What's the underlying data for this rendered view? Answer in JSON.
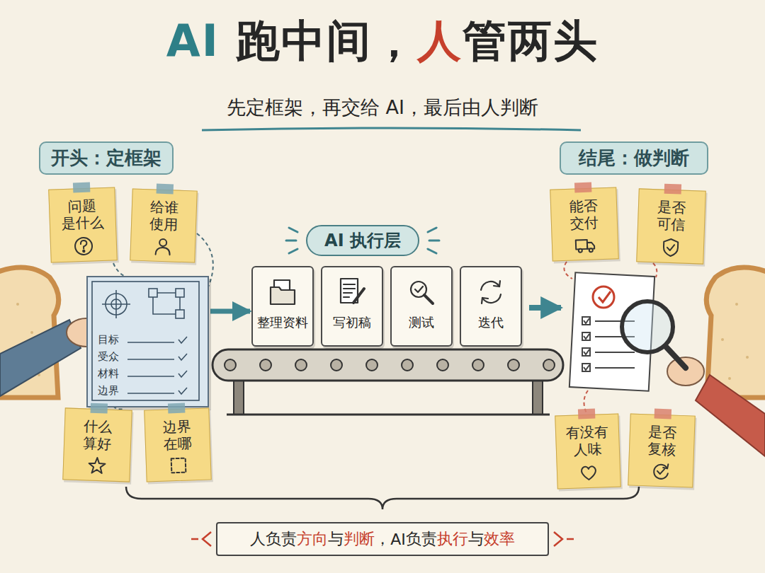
{
  "diagram": {
    "title": "AI 跑中间，人管两头",
    "caption": "人负责方向与判断，AI 负责执行与效率",
    "nodes": [
      {
        "text": [
          "开头：定框架"
        ]
      },
      {
        "text": [
          "问题 是什么"
        ]
      },
      {
        "text": [
          "给谁 使用"
        ]
      },
      {
        "text": [
          "目标",
          "受众",
          "材料",
          "边界"
        ]
      },
      {
        "text": [
          "什么 算好"
        ]
      },
      {
        "text": [
          "边界 在哪"
        ]
      },
      {
        "text": [
          "AI 执行层"
        ]
      },
      {
        "text": [
          "整理资料"
        ]
      },
      {
        "text": [
          "写初稿"
        ]
      },
      {
        "text": [
          "测试"
        ]
      },
      {
        "text": [
          "迭代"
        ]
      },
      {
        "text": [
          "结尾：做判断"
        ]
      },
      {
        "text": [
          "能否 交付"
        ]
      },
      {
        "text": [
          "是否 可信"
        ]
      },
      {
        "text": [
          "有没有 人味"
        ]
      },
      {
        "text": [
          "是否 复核"
        ]
      }
    ],
    "edges": [
      {
        "from": 3,
        "to": 7,
        "arrow": "to"
      }
    ],
    "labels": [
      "先定框架，再交给 AI，最后由人判断"
    ]
  }
}
